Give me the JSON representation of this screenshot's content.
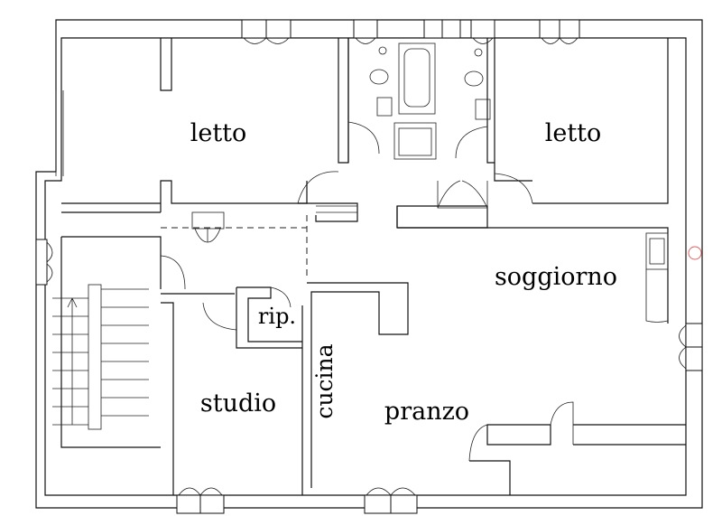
{
  "plan": {
    "rooms": {
      "letto_left": "letto",
      "letto_right": "letto",
      "soggiorno": "soggiorno",
      "rip": "rip.",
      "cucina": "cucina",
      "studio": "studio",
      "pranzo": "pranzo"
    }
  },
  "colors": {
    "wall": "#111111",
    "background": "#ffffff",
    "chimney_marker": "#e06060"
  }
}
